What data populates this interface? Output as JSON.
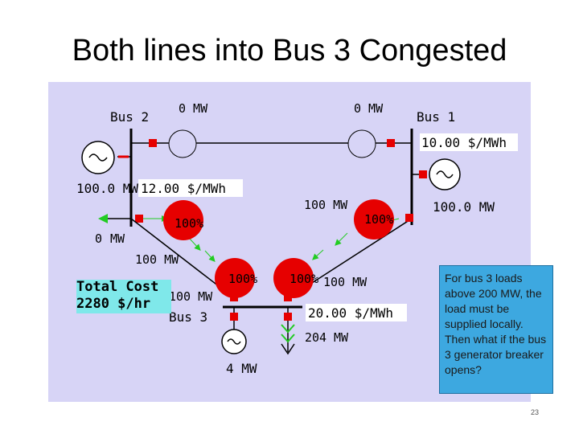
{
  "slide": {
    "title": "Both lines into Bus 3 Congested",
    "page_number": "23",
    "note": "For bus 3 loads above 200 MW, the load must be supplied locally. Then what if the bus 3 generator breaker opens?"
  },
  "oneline": {
    "bus2": {
      "name": "Bus 2",
      "price": "12.00 $/MWh",
      "gen_mw": "100.0 MW",
      "load_mw": "0",
      "load_unit": "MW"
    },
    "bus1": {
      "name": "Bus 1",
      "price": "10.00 $/MWh",
      "gen_mw": "100.0 MW"
    },
    "bus3": {
      "name": "Bus 3",
      "price": "20.00 $/MWh",
      "gen_mw": "4 MW",
      "load_mw": "204",
      "load_unit": "MW"
    },
    "top_flows": {
      "left": "0 MW",
      "right": "0 MW"
    },
    "line_flows": {
      "bus1_bus3_top": "100 MW",
      "bus2_bus3": "100 MW",
      "bus3_left": "100 MW",
      "bus3_right": "100 MW"
    },
    "line_loading": [
      "100%",
      "100%",
      "100%",
      "100%"
    ],
    "total_cost": {
      "label": "Total Cost",
      "value": "2280 $/hr"
    },
    "colors": {
      "canvas": "#d7d4f6",
      "line": "#000000",
      "breaker": "#e60000",
      "pie": "#e60000",
      "arrow": "#22cc22",
      "cost_box": "#7fe8ea",
      "note_box": "#3da8e0"
    }
  }
}
